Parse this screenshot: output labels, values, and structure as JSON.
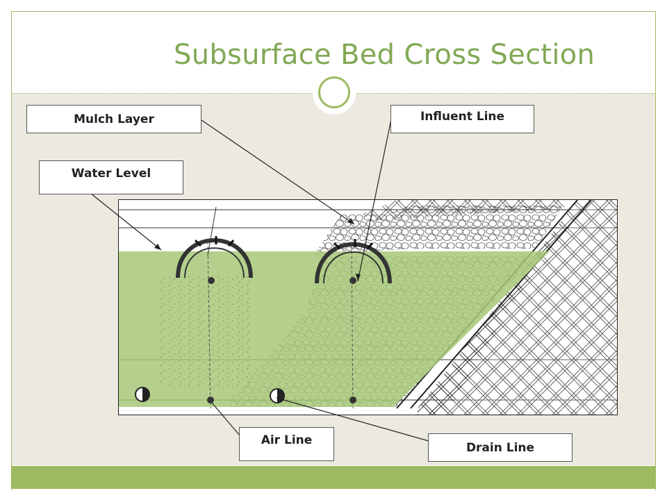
{
  "title": "Subsurface Bed Cross Section",
  "labels": {
    "mulch_layer": "Mulch Layer",
    "influent_line": "Influent Line",
    "water_level": "Water Level",
    "air_line": "Air Line",
    "drain_line": "Drain Line"
  },
  "colors": {
    "accent": "#9dbb61",
    "title": "#82a855",
    "water": "#a7c878",
    "background": "#ece9e0"
  }
}
